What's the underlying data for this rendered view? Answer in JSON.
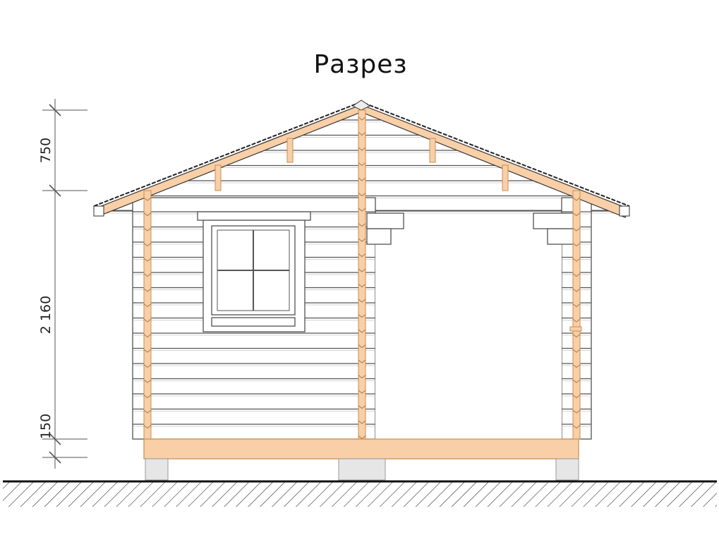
{
  "title": "Разрез",
  "dimensions": {
    "roof": "750",
    "wall": "2 160",
    "base": "150"
  },
  "colors": {
    "timber": "#f8cfa6",
    "timber_stroke": "#c98c55",
    "foundation": "#e6e6e6",
    "line": "#333333",
    "ground": "#111111"
  }
}
